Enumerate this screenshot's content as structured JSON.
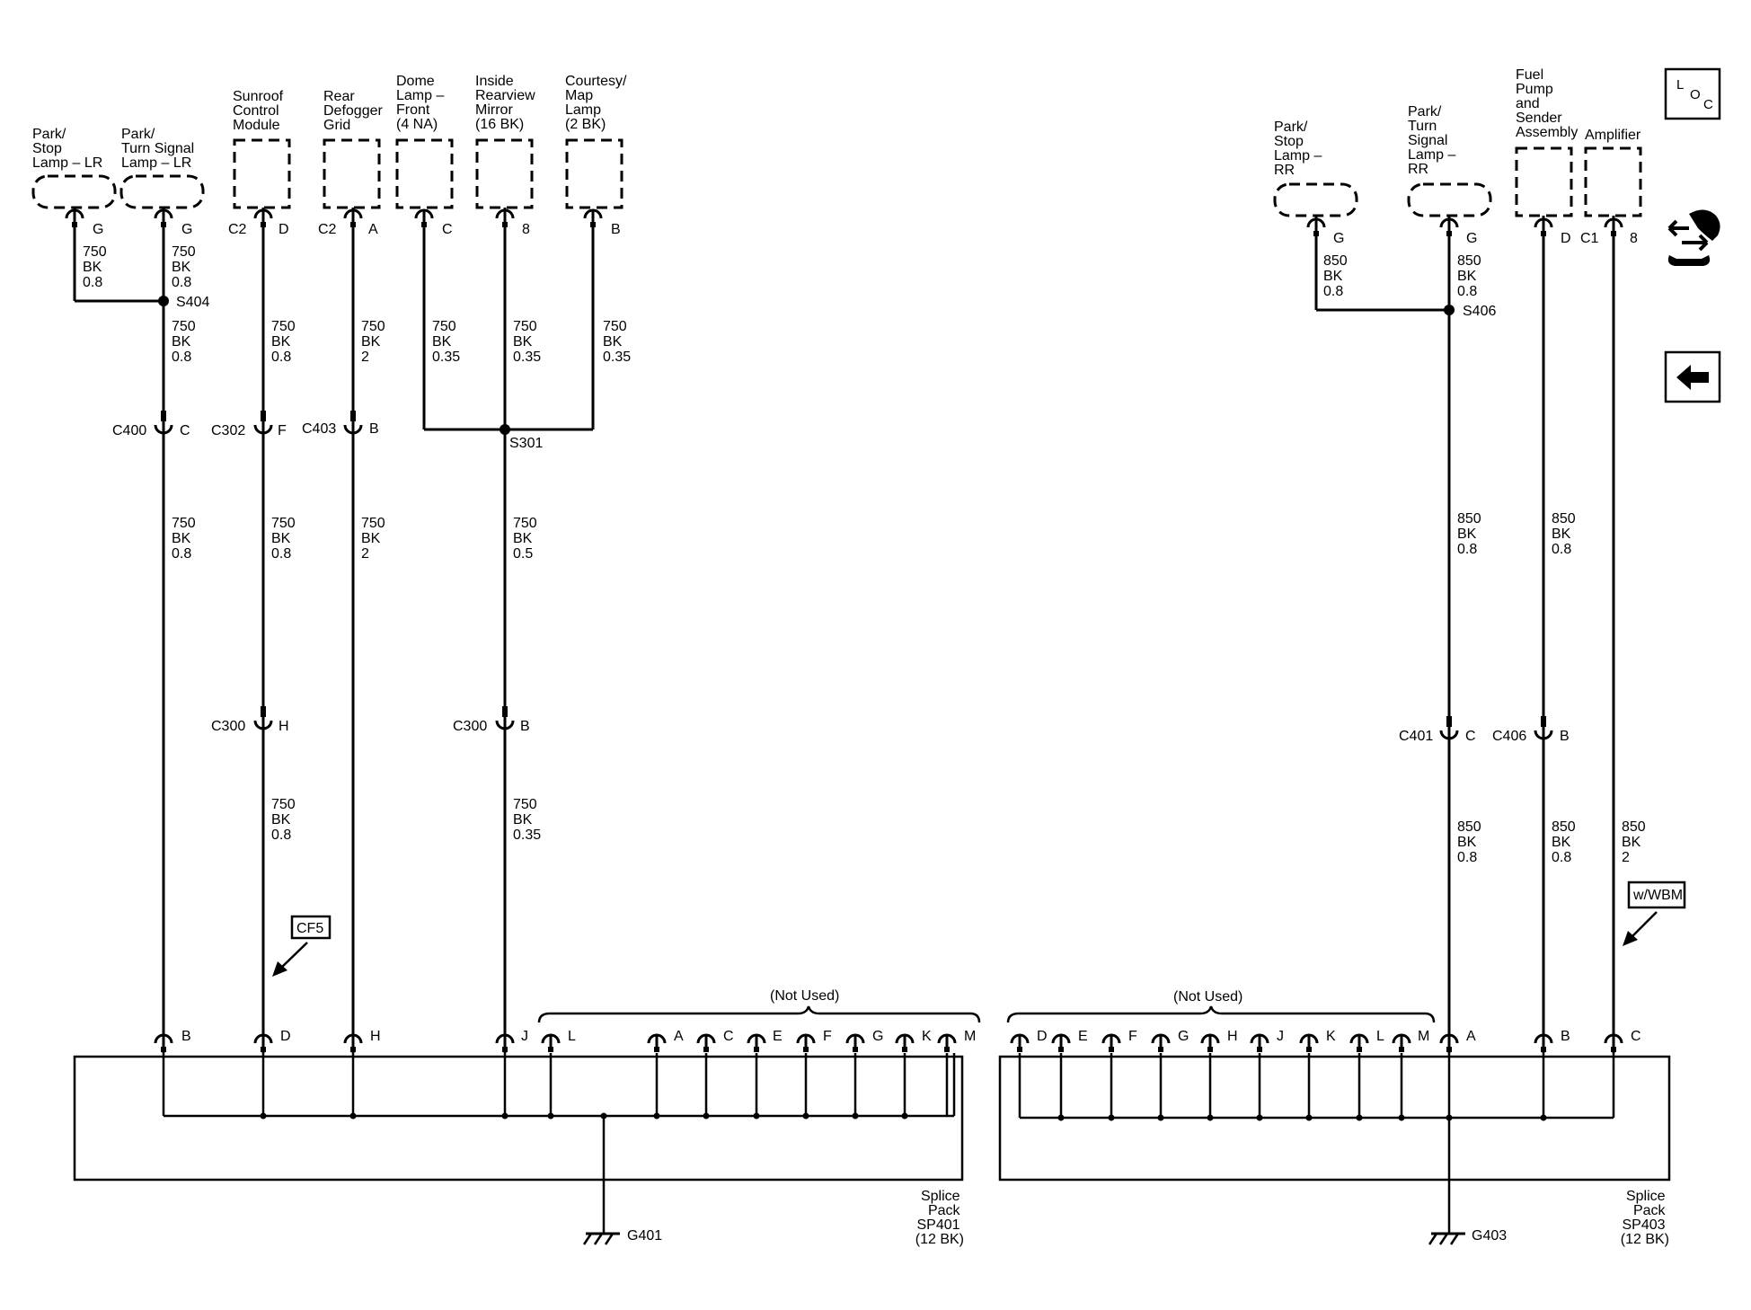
{
  "components": {
    "park_stop_lr": [
      "Park/",
      "Stop",
      "Lamp – LR"
    ],
    "park_turn_lr": [
      "Park/",
      "Turn Signal",
      "Lamp – LR"
    ],
    "sunroof": [
      "Sunroof",
      "Control",
      "Module"
    ],
    "rear_defogger": [
      "Rear",
      "Defogger",
      "Grid"
    ],
    "dome_lamp": [
      "Dome",
      "Lamp –",
      "Front",
      "(4 NA)"
    ],
    "inside_mirror": [
      "Inside",
      "Rearview",
      "Mirror",
      "(16 BK)"
    ],
    "courtesy_lamp": [
      "Courtesy/",
      "Map",
      "Lamp",
      "(2 BK)"
    ],
    "park_stop_rr": [
      "Park/",
      "Stop",
      "Lamp –",
      "RR"
    ],
    "park_turn_rr": [
      "Park/",
      "Turn",
      "Signal",
      "Lamp –",
      "RR"
    ],
    "fuel_pump": [
      "Fuel",
      "Pump",
      "and",
      "Sender",
      "Assembly"
    ],
    "amplifier": [
      "Amplifier"
    ]
  },
  "pins": {
    "g1": "G",
    "g2": "G",
    "sunroof_conn": "C2",
    "sunroof_pin": "D",
    "defog_conn": "C2",
    "defog_pin": "A",
    "dome_pin": "C",
    "mirror_pin": "8",
    "courtesy_pin": "B",
    "g3": "G",
    "g4": "G",
    "fuel_pin": "D",
    "amp_conn": "C1",
    "amp_pin": "8"
  },
  "wires": {
    "w1": [
      "750",
      "BK",
      "0.8"
    ],
    "w2": [
      "750",
      "BK",
      "0.8"
    ],
    "w3": [
      "750",
      "BK",
      "0.8"
    ],
    "w4": [
      "750",
      "BK",
      "0.8"
    ],
    "w5": [
      "750",
      "BK",
      "2"
    ],
    "w6": [
      "750",
      "BK",
      "0.35"
    ],
    "w7": [
      "750",
      "BK",
      "0.35"
    ],
    "w8": [
      "750",
      "BK",
      "0.35"
    ],
    "w9": [
      "750",
      "BK",
      "0.8"
    ],
    "w10": [
      "750",
      "BK",
      "0.8"
    ],
    "w11": [
      "750",
      "BK",
      "2"
    ],
    "w12": [
      "750",
      "BK",
      "0.5"
    ],
    "w13": [
      "750",
      "BK",
      "0.8"
    ],
    "w14": [
      "750",
      "BK",
      "0.35"
    ],
    "w15": [
      "850",
      "BK",
      "0.8"
    ],
    "w16": [
      "850",
      "BK",
      "0.8"
    ],
    "w17": [
      "850",
      "BK",
      "0.8"
    ],
    "w18": [
      "850",
      "BK",
      "0.8"
    ],
    "w19": [
      "850",
      "BK",
      "0.8"
    ],
    "w20": [
      "850",
      "BK",
      "0.8"
    ],
    "w21": [
      "850",
      "BK",
      "2"
    ]
  },
  "splices": {
    "s404": "S404",
    "s301": "S301",
    "s406": "S406"
  },
  "connectors": {
    "c400": "C400",
    "c400_pin": "C",
    "c302": "C302",
    "c302_pin": "F",
    "c403": "C403",
    "c403_pin": "B",
    "c300a": "C300",
    "c300a_pin": "H",
    "c300b": "C300",
    "c300b_pin": "B",
    "c401": "C401",
    "c401_pin": "C",
    "c406": "C406",
    "c406_pin": "B"
  },
  "tags": {
    "cf5": "CF5",
    "wbm": "w/WBM",
    "not_used_1": "(Not Used)",
    "not_used_2": "(Not Used)"
  },
  "sp401": {
    "used_pins": [
      "B",
      "D",
      "H",
      "J"
    ],
    "unused_pins": [
      "L",
      "A",
      "C",
      "E",
      "F",
      "G",
      "K",
      "M"
    ],
    "label": [
      "Splice",
      "Pack",
      "SP401",
      "(12 BK)"
    ],
    "ground": "G401"
  },
  "sp403": {
    "unused_pins": [
      "D",
      "E",
      "F",
      "G",
      "H",
      "J",
      "K",
      "L",
      "M"
    ],
    "used_pins": [
      "A",
      "B",
      "C"
    ],
    "label": [
      "Splice",
      "Pack",
      "SP403",
      "(12 BK)"
    ],
    "ground": "G403"
  },
  "nav": {
    "loc": [
      "L",
      "O",
      "C"
    ]
  }
}
